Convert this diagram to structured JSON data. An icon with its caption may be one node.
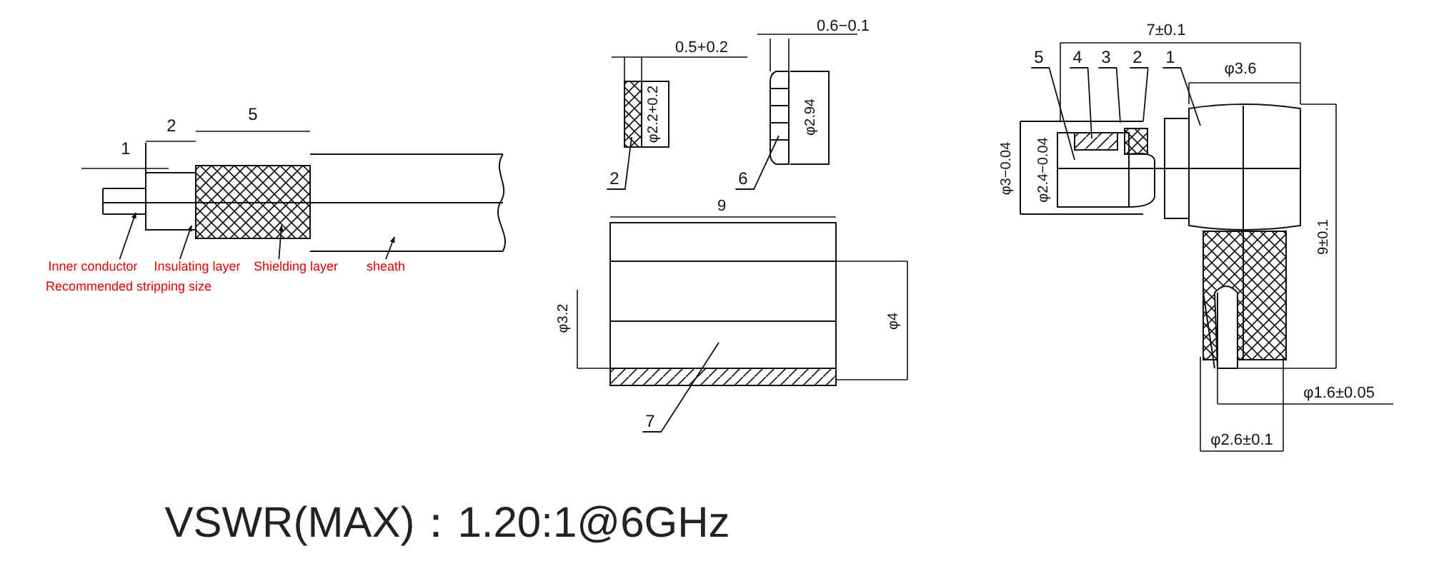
{
  "diagram": {
    "nodes": [
      {
        "text": [
          "Inner conductor"
        ]
      },
      {
        "text": [
          "Insulating layer"
        ]
      },
      {
        "text": [
          "Shielding layer"
        ]
      },
      {
        "text": [
          "sheath"
        ]
      },
      {
        "text": [
          "2"
        ]
      },
      {
        "text": [
          "6"
        ]
      },
      {
        "text": [
          "7"
        ]
      },
      {
        "text": [
          "5"
        ]
      },
      {
        "text": [
          "4"
        ]
      },
      {
        "text": [
          "3"
        ]
      },
      {
        "text": [
          "2"
        ]
      },
      {
        "text": [
          "1"
        ]
      }
    ],
    "edges": [
      {
        "from": 0,
        "to": null,
        "arrow": "to"
      },
      {
        "from": 1,
        "to": null,
        "arrow": "to"
      },
      {
        "from": 2,
        "to": null,
        "arrow": "to"
      },
      {
        "from": 3,
        "to": null,
        "arrow": "to"
      },
      {
        "from": 4,
        "to": null,
        "arrow": "none"
      },
      {
        "from": 5,
        "to": null,
        "arrow": "none"
      },
      {
        "from": 6,
        "to": null,
        "arrow": "none"
      },
      {
        "from": 7,
        "to": null,
        "arrow": "none"
      },
      {
        "from": 8,
        "to": null,
        "arrow": "none"
      },
      {
        "from": 9,
        "to": null,
        "arrow": "none"
      },
      {
        "from": 10,
        "to": null,
        "arrow": "none"
      },
      {
        "from": 11,
        "to": null,
        "arrow": "none"
      }
    ],
    "labels": [
      "5",
      "2",
      "1",
      "Recommended stripping size",
      "0.5+0.2",
      "φ2.2+0.2",
      "0.6−0.1",
      "φ2.94",
      "9",
      "φ3.2",
      "φ4",
      "7±0.1",
      "φ3.6",
      "φ3−0.04",
      "φ2.4−0.04",
      "9±0.1",
      "φ1.6±0.05",
      "φ2.6±0.1",
      "VSWR(MAX)：1.20:1@6GHz"
    ]
  }
}
